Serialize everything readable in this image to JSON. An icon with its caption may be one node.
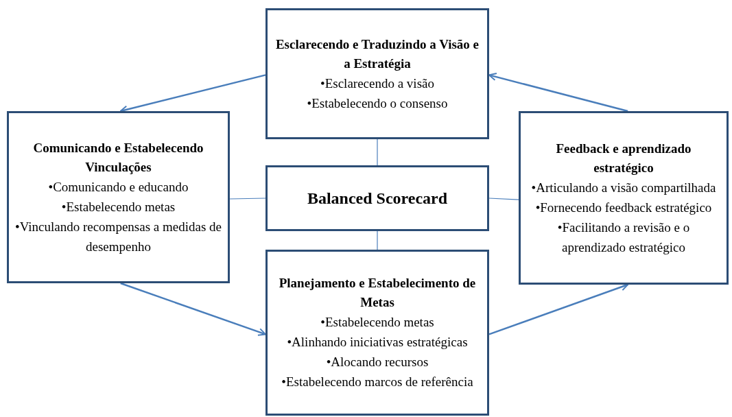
{
  "diagram": {
    "nodes": [
      {
        "text": [
          "Esclarecendo e Traduzindo a Visão e a Estratégia",
          "•Esclarecendo a visão",
          "•Estabelecendo o consenso"
        ]
      },
      {
        "text": [
          "Comunicando e Estabelecendo Vinculações",
          "•Comunicando e educando",
          "•Estabelecendo metas",
          "•Vinculando recompensas a medidas de desempenho"
        ]
      },
      {
        "text": [
          "Balanced Scorecard"
        ]
      },
      {
        "text": [
          "Feedback e aprendizado estratégico",
          "•Articulando a visão compartilhada",
          "•Fornecendo feedback estratégico",
          "•Facilitando a revisão e o aprendizado estratégico"
        ]
      },
      {
        "text": [
          "Planejamento e Estabelecimento de Metas",
          "•Estabelecendo metas",
          "•Alinhando iniciativas estratégicas",
          "•Alocando recursos",
          "•Estabelecendo marcos de referência"
        ]
      }
    ],
    "edges": [
      {
        "from": 0,
        "to": 1,
        "arrow": "to"
      },
      {
        "from": 1,
        "to": 4,
        "arrow": "to"
      },
      {
        "from": 4,
        "to": 3,
        "arrow": "to"
      },
      {
        "from": 3,
        "to": 0,
        "arrow": "to"
      },
      {
        "from": 2,
        "to": 0,
        "arrow": "none"
      },
      {
        "from": 2,
        "to": 1,
        "arrow": "none"
      },
      {
        "from": 2,
        "to": 3,
        "arrow": "none"
      },
      {
        "from": 2,
        "to": 4,
        "arrow": "none"
      }
    ]
  }
}
